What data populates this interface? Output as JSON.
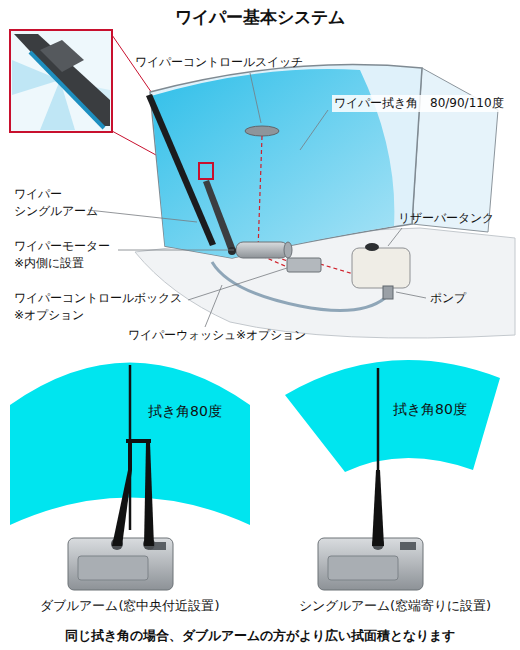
{
  "diagram": {
    "title": "ワイパー基本システム",
    "caption": "同じ拭き角の場合、ダブルアームの方がより広い拭面積となります",
    "nodes": [
      {
        "text": [
          "拭き角80度"
        ]
      },
      {
        "text": [
          "拭き角80度"
        ]
      }
    ],
    "labels": [
      "ワイパーコントロールスイッチ",
      "ワイパー拭き角　80/90/110度",
      "ワイパー シングルアーム",
      "ワイパーモーター ※内側に設置",
      "ワイパーコントロールボックス ※オプション",
      "ワイパーウォッシュ※オプション",
      "リザーバータンク",
      "ポンプ",
      "ダブルアーム(窓中央付近設置)",
      "シングルアーム(窓端寄りに設置)"
    ]
  }
}
